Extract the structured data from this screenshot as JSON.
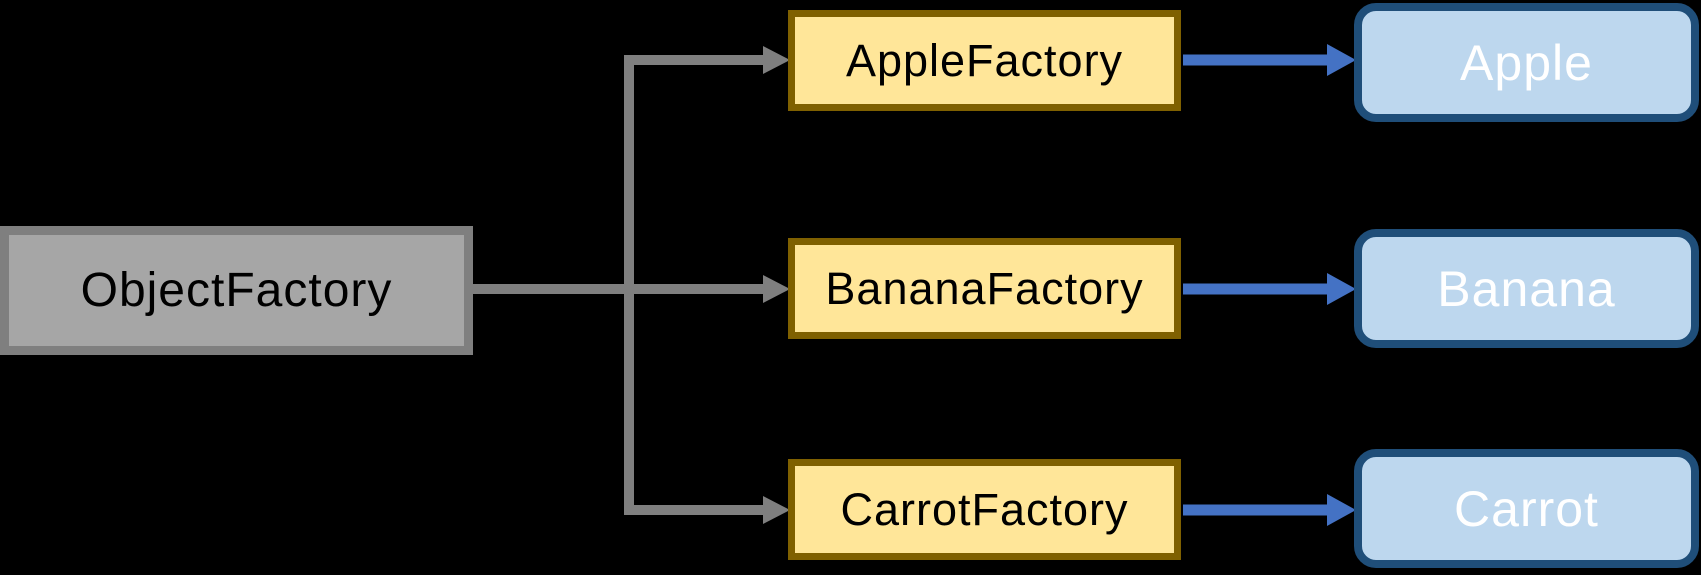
{
  "diagram": {
    "root": {
      "label": "ObjectFactory"
    },
    "factories": [
      {
        "label": "AppleFactory"
      },
      {
        "label": "BananaFactory"
      },
      {
        "label": "CarrotFactory"
      }
    ],
    "products": [
      {
        "label": "Apple"
      },
      {
        "label": "Banana"
      },
      {
        "label": "Carrot"
      }
    ],
    "colors": {
      "background": "#000000",
      "root_fill": "#A6A6A6",
      "root_border": "#7F7F7F",
      "root_text": "#000000",
      "factory_fill": "#FFE699",
      "factory_border": "#7F6000",
      "factory_text": "#000000",
      "product_fill": "#BDD7EE",
      "product_border": "#1F4E79",
      "product_text": "#FFFFFF",
      "gray_arrow": "#7F7F7F",
      "blue_arrow": "#4472C4"
    }
  }
}
